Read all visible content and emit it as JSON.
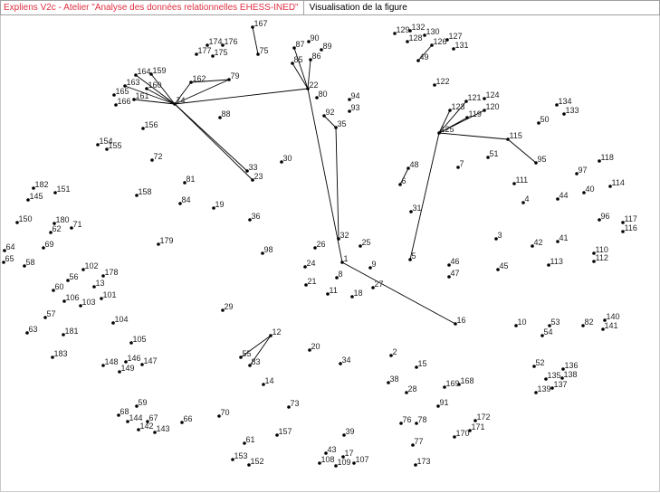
{
  "header": {
    "app_title": "Expliens V2c - Atelier \"Analyse des données relationnelles EHESS-INED\"",
    "view_title": "Visualisation de la figure"
  },
  "colors": {
    "title_text": "#e03040",
    "node": "#000000",
    "edge": "#000000"
  },
  "graph": {
    "nodes": [
      "1",
      "2",
      "3",
      "4",
      "5",
      "6",
      "7",
      "8",
      "9",
      "10",
      "11",
      "12",
      "13",
      "14",
      "15",
      "16",
      "17",
      "18",
      "19",
      "20",
      "21",
      "22",
      "23",
      "24",
      "25",
      "26",
      "27",
      "28",
      "29",
      "30",
      "31",
      "32",
      "33",
      "34",
      "35",
      "36",
      "38",
      "39",
      "40",
      "41",
      "42",
      "43",
      "44",
      "45",
      "46",
      "47",
      "48",
      "49",
      "50",
      "51",
      "52",
      "53",
      "54",
      "55",
      "56",
      "57",
      "58",
      "59",
      "60",
      "61",
      "62",
      "63",
      "64",
      "65",
      "66",
      "67",
      "68",
      "69",
      "70",
      "71",
      "72",
      "73",
      "74",
      "75",
      "76",
      "77",
      "78",
      "79",
      "80",
      "81",
      "82",
      "83",
      "84",
      "85",
      "86",
      "87",
      "88",
      "89",
      "90",
      "91",
      "92",
      "93",
      "94",
      "95",
      "96",
      "97",
      "98",
      "101",
      "102",
      "103",
      "104",
      "105",
      "106",
      "107",
      "108",
      "109",
      "110",
      "111",
      "112",
      "113",
      "114",
      "115",
      "116",
      "117",
      "118",
      "119",
      "120",
      "121",
      "122",
      "123",
      "124",
      "125",
      "126",
      "127",
      "128",
      "129",
      "130",
      "131",
      "132",
      "133",
      "134",
      "135",
      "136",
      "137",
      "138",
      "139",
      "140",
      "141",
      "142",
      "143",
      "144",
      "145",
      "146",
      "147",
      "148",
      "149",
      "150",
      "151",
      "152",
      "153",
      "154",
      "155",
      "156",
      "157",
      "158",
      "159",
      "160",
      "161",
      "162",
      "163",
      "164",
      "165",
      "166",
      "167",
      "168",
      "169",
      "170",
      "171",
      "172",
      "173",
      "174",
      "175",
      "176",
      "177",
      "178",
      "179",
      "180",
      "181",
      "182",
      "183"
    ],
    "edges": [
      [
        "167",
        "75"
      ],
      [
        "74",
        "164"
      ],
      [
        "74",
        "159"
      ],
      [
        "74",
        "163"
      ],
      [
        "74",
        "160"
      ],
      [
        "74",
        "161"
      ],
      [
        "74",
        "162"
      ],
      [
        "74",
        "79"
      ],
      [
        "162",
        "79"
      ],
      [
        "74",
        "22"
      ],
      [
        "74",
        "33"
      ],
      [
        "74",
        "23"
      ],
      [
        "22",
        "87"
      ],
      [
        "22",
        "85"
      ],
      [
        "22",
        "86"
      ],
      [
        "22",
        "1"
      ],
      [
        "92",
        "35"
      ],
      [
        "35",
        "32"
      ],
      [
        "126",
        "49"
      ],
      [
        "125",
        "121"
      ],
      [
        "125",
        "123"
      ],
      [
        "125",
        "120"
      ],
      [
        "125",
        "119"
      ],
      [
        "125",
        "115"
      ],
      [
        "125",
        "5"
      ],
      [
        "115",
        "95"
      ],
      [
        "48",
        "6"
      ],
      [
        "12",
        "55"
      ],
      [
        "12",
        "83"
      ],
      [
        "1",
        "16"
      ]
    ]
  }
}
